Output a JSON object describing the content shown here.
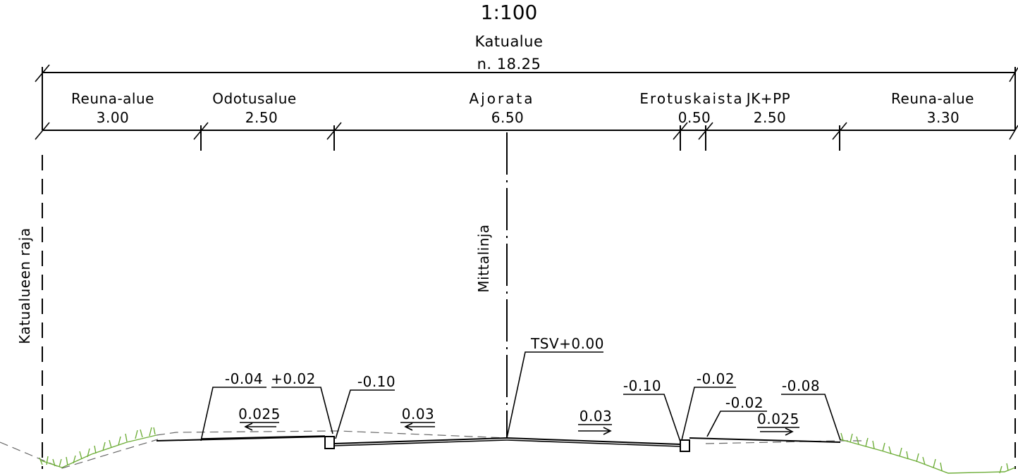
{
  "scale": "1:100",
  "street_area": {
    "title": "Katualue",
    "width": "n. 18.25"
  },
  "zones": [
    {
      "name": "Reuna-alue",
      "width": "3.00"
    },
    {
      "name": "Odotusalue",
      "width": "2.50"
    },
    {
      "name": "Ajorata",
      "width": "6.50"
    },
    {
      "name": "Erotuskaista",
      "width": "0.50"
    },
    {
      "name": "JK+PP",
      "width": "2.50"
    },
    {
      "name": "Reuna-alue",
      "width": "3.30"
    }
  ],
  "labels": {
    "boundary": "Katualueen raja",
    "centerline": "Mittalinja"
  },
  "elevations": {
    "tsv": "TSV+0.00",
    "left_edge": "-0.04",
    "left_platform": "+0.02",
    "left_curb": "-0.10",
    "right_curb": "-0.10",
    "right_separator": "-0.02",
    "right_path": "-0.02",
    "right_edge": "-0.08"
  },
  "slopes": {
    "platform": "0.025",
    "roadway_left": "0.03",
    "roadway_right": "0.03",
    "path": "0.025"
  },
  "colors": {
    "line": "#000000",
    "grass": "#6fae3a",
    "ground": "#666666"
  }
}
